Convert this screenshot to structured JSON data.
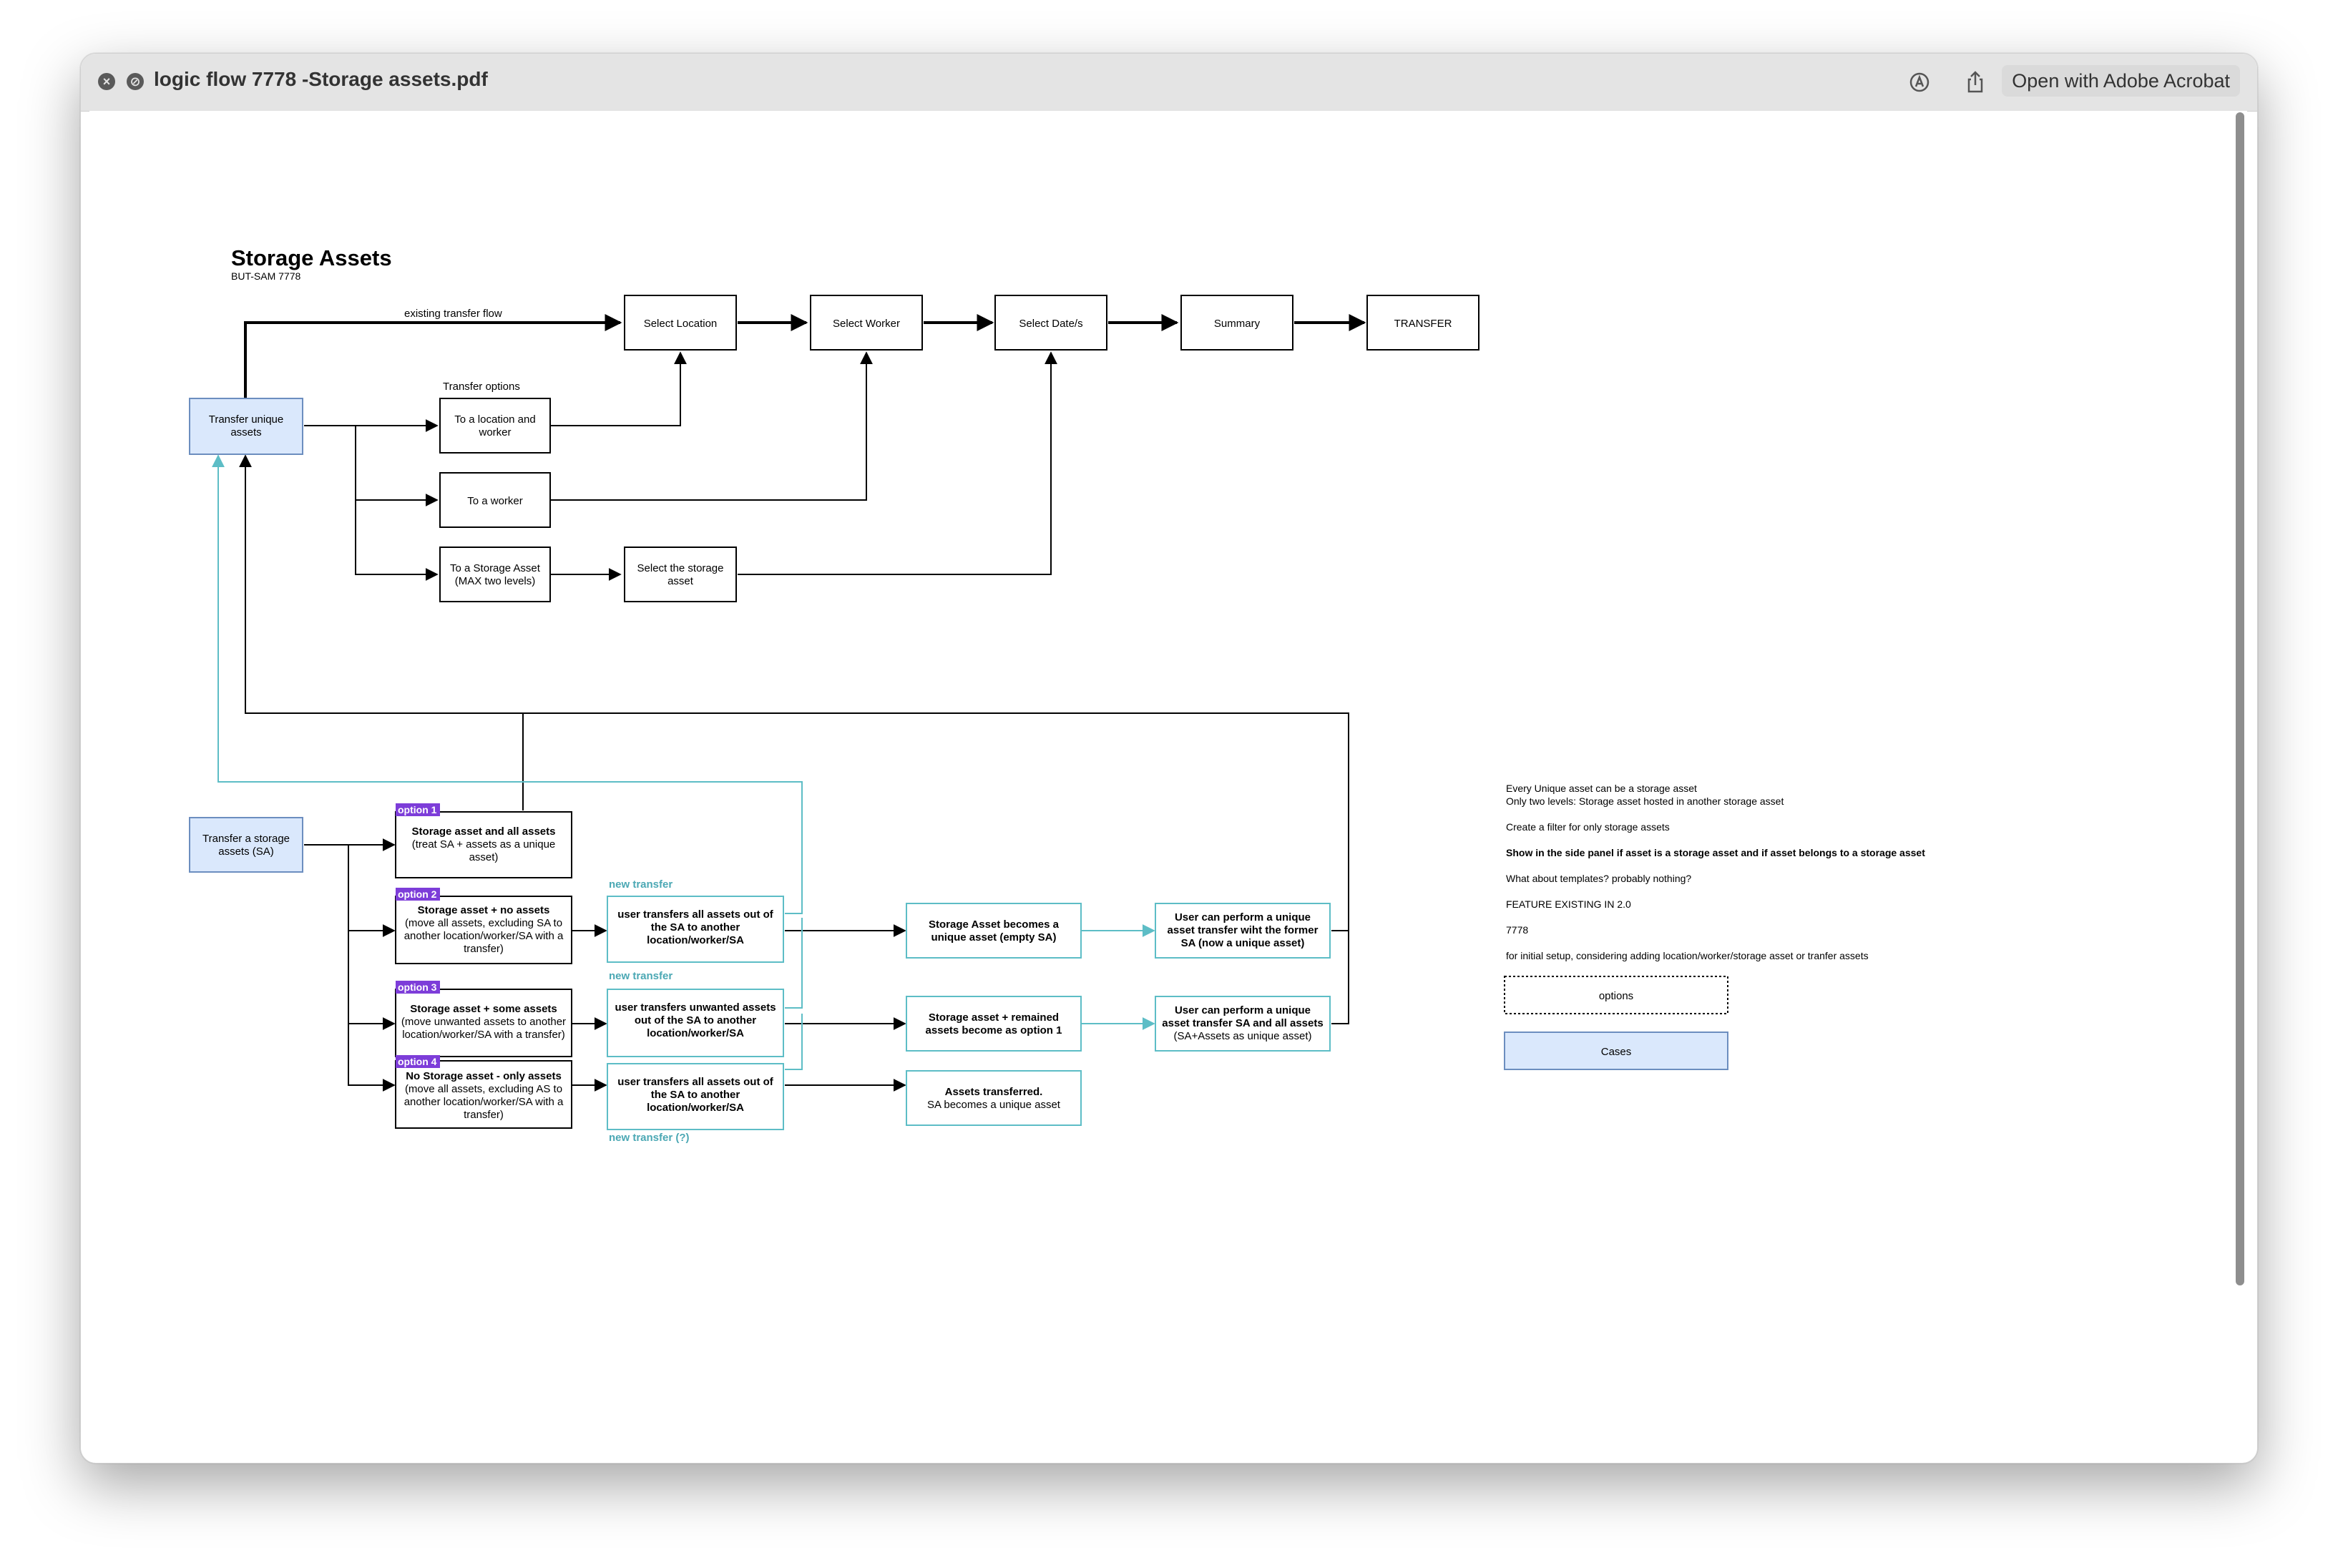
{
  "window": {
    "title": "logic flow 7778 -Storage assets.pdf",
    "open_with": "Open with Adobe Acrobat",
    "close_icon": "close-icon",
    "disabled_icon": "slash-circle-icon",
    "markup_icon": "markup-pen-icon",
    "share_icon": "share-icon"
  },
  "doc": {
    "title": "Storage Assets",
    "subtitle": "BUT-SAM 7778",
    "flow": {
      "existing_label": "existing transfer flow",
      "options_label": "Transfer options",
      "select_location": "Select Location",
      "select_worker": "Select Worker",
      "select_dates": "Select Date/s",
      "summary": "Summary",
      "transfer": "TRANSFER",
      "transfer_unique": [
        "Transfer unique",
        "assets"
      ],
      "to_location": [
        "To a location and",
        "worker"
      ],
      "to_worker": "To a worker",
      "to_sa": [
        "To a Storage Asset",
        "(MAX two levels)"
      ],
      "select_storage": [
        "Select the storage",
        "asset"
      ],
      "transfer_sa": [
        "Transfer a storage",
        "assets (SA)"
      ]
    },
    "options": [
      {
        "tag": "option 1",
        "title": "Storage asset and all assets",
        "lines": [
          "(treat SA + assets as a unique",
          "asset)"
        ]
      },
      {
        "tag": "option 2",
        "title": "Storage asset + no assets",
        "lines": [
          "(move all assets, excluding SA to",
          "another location/worker/SA with a",
          "transfer)"
        ]
      },
      {
        "tag": "option 3",
        "title": "Storage asset + some assets",
        "lines": [
          "(move unwanted assets to another",
          "location/worker/SA with a transfer)"
        ]
      },
      {
        "tag": "option 4",
        "title": "No Storage asset - only assets",
        "lines": [
          "(move all assets, excluding AS to",
          "another location/worker/SA with a",
          "transfer)"
        ]
      }
    ],
    "new_transfer": [
      "new transfer",
      "new transfer",
      "new transfer (?)"
    ],
    "user_transfer": [
      [
        "user transfers all assets out of",
        "the SA to another",
        "location/worker/SA"
      ],
      [
        "user transfers unwanted  assets",
        "out of the SA to another",
        "location/worker/SA"
      ],
      [
        "user transfers all assets out of",
        "the SA to another",
        "location/worker/SA"
      ]
    ],
    "results": [
      {
        "bold": [
          "Storage Asset becomes a",
          "unique asset (empty SA)"
        ],
        "normal": []
      },
      {
        "bold": [
          "Storage asset + remained",
          "assets become as option 1"
        ],
        "normal": []
      },
      {
        "bold": [
          "Assets transferred."
        ],
        "normal": [
          "SA becomes a unique asset"
        ]
      }
    ],
    "followups": [
      {
        "bold": [
          "User can perform a unique",
          "asset transfer wiht the former",
          "SA (now a unique asset)"
        ],
        "normal": []
      },
      {
        "bold": [
          "User can perform a unique",
          "asset transfer SA and all assets"
        ],
        "normal": [
          "(SA+Assets as unique asset)"
        ]
      }
    ],
    "notes": {
      "n1": "Every Unique asset can be a storage asset",
      "n2": "Only two levels: Storage asset hosted in another storage asset",
      "n3": "Create a filter for only storage assets",
      "n4": "Show in the side panel if asset is a storage asset and if asset belongs to a storage asset",
      "n5": "What about templates? probably nothing?",
      "n6": "FEATURE EXISTING IN 2.0",
      "n7": "7778",
      "n8": "for initial setup, considering adding location/worker/storage asset or tranfer assets"
    },
    "legend": {
      "options": "options",
      "cases": "Cases"
    },
    "colors": {
      "blue_fill": "#dae8fc",
      "blue_stroke": "#6c8ebf",
      "teal": "#5dbdc6",
      "purple": "#7d3dd9"
    }
  }
}
